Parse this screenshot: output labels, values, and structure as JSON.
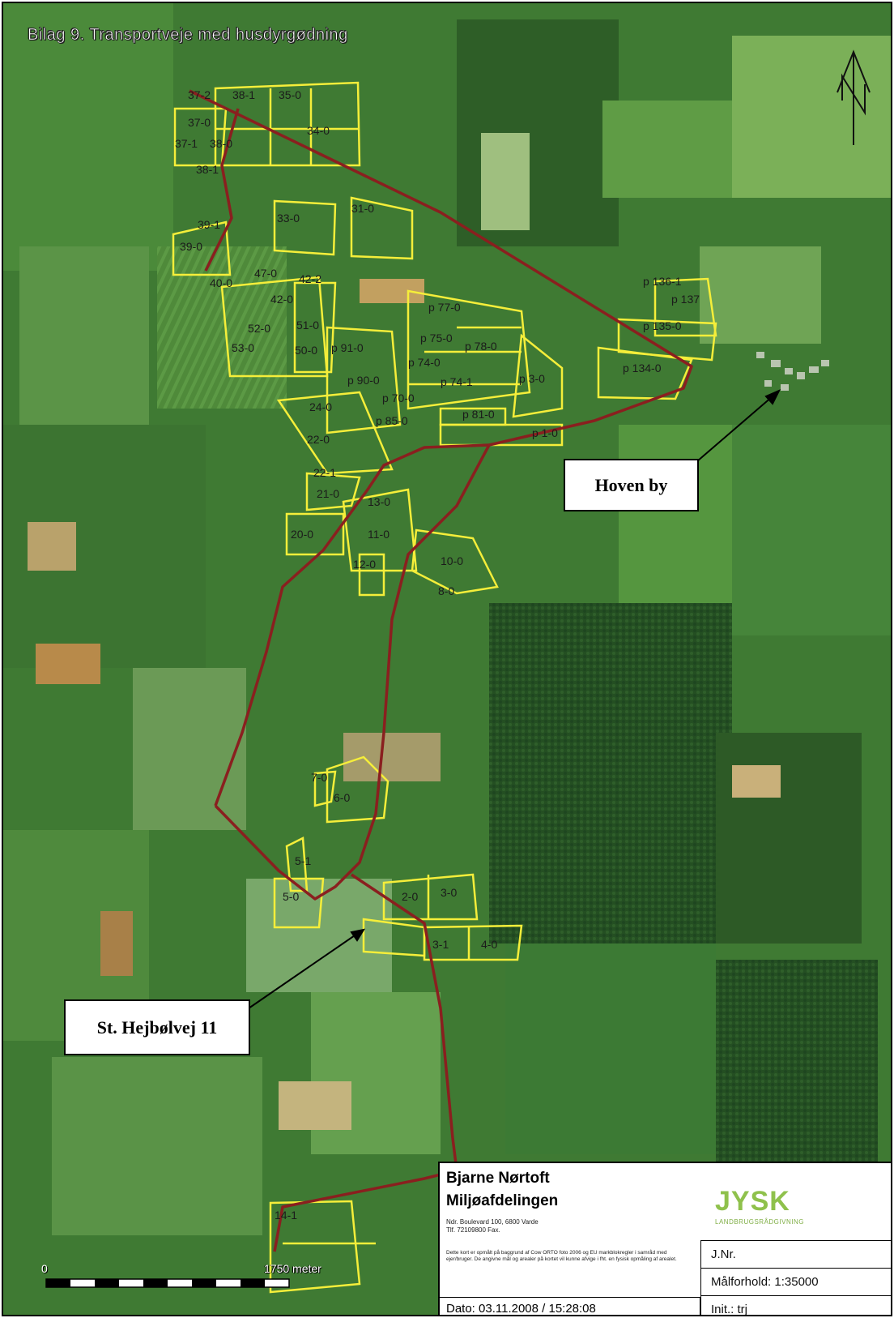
{
  "map": {
    "title": "Bilag 9. Transportveje med husdyrgødning",
    "north_label": "N",
    "colors": {
      "field_outline": "#f5ee3a",
      "route": "#8a1f1f",
      "background": "#3f7a33"
    },
    "field_labels": [
      "37-2",
      "38-1",
      "35-0",
      "37-0",
      "38-0",
      "37-1",
      "34-0",
      "38-1",
      "31-0",
      "33-0",
      "39-1",
      "39-0",
      "40-0",
      "47-0",
      "42-2",
      "42-0",
      "p 136-1",
      "p 137",
      "52-0",
      "51-0",
      "53-0",
      "50-0",
      "p 91-0",
      "p 77-0",
      "p 75-0",
      "p 78-0",
      "p 135-0",
      "p 134-0",
      "p 90-0",
      "p 74-0",
      "p 74-1",
      "p 3-0",
      "p 70-0",
      "p 85-0",
      "p 81-0",
      "p 1-0",
      "24-0",
      "22-0",
      "22-1",
      "21-0",
      "13-0",
      "20-0",
      "11-0",
      "10-0",
      "12-0",
      "8-0",
      "7-0",
      "6-0",
      "5-1",
      "5-0",
      "2-0",
      "3-0",
      "3-1",
      "4-0",
      "14-1"
    ],
    "callouts": {
      "hoven": "Hoven by",
      "hejbol": "St. Hejbølvej 11"
    },
    "scale": {
      "start": "0",
      "end": "1750 meter"
    }
  },
  "titleblock": {
    "name": "Bjarne Nørtoft",
    "department": "Miljøafdelingen",
    "address_lines": [
      "Ndr. Boulevard 100, 6800 Varde",
      "Tlf. 72109800 Fax."
    ],
    "fine_print": "Dette kort er opmålt på baggrund af Cow ORTO foto 2006 og EU markblokregler i samråd med ejer/bruger. De angivne mål og arealer på kortet vil kunne afvige i fht. en fysisk opmåling af arealet.",
    "logo_text": "JYSK",
    "logo_sub": "LANDBRUGSRÅDGIVNING",
    "jnr_label": "J.Nr.",
    "scale_label": "Målforhold: 1:35000",
    "date_label": "Dato: 03.11.2008 / 15:28:08",
    "init_label": "Init.: trj"
  }
}
